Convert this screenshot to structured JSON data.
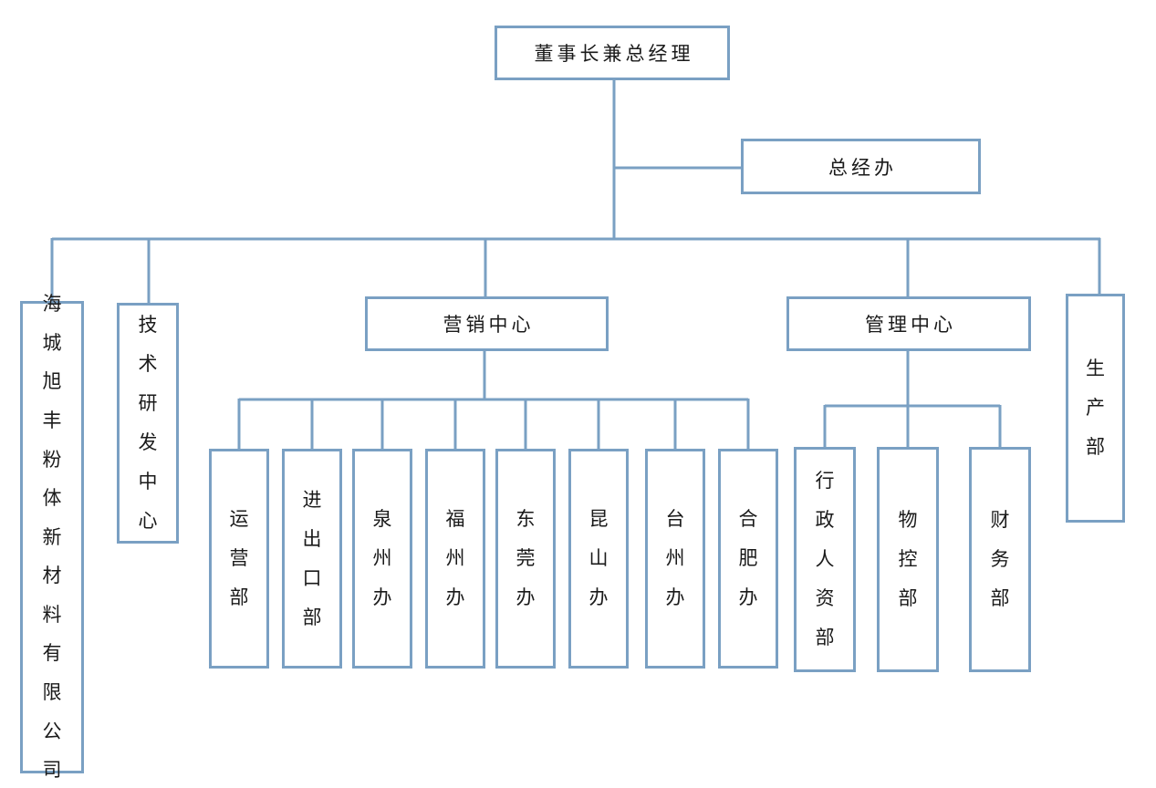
{
  "colors": {
    "line": "#7AA0C3",
    "text": "#1A1A1A",
    "background": "#FFFFFF"
  },
  "org": {
    "root": {
      "label": "董事长兼总经理"
    },
    "staff_office": {
      "label": "总经办"
    },
    "branches": {
      "company": {
        "label": "海城旭丰粉体新材料有限公司"
      },
      "tech_center": {
        "label": "技术研发中心"
      },
      "marketing_center": {
        "label": "营销中心",
        "children": [
          "运营部",
          "进出口部",
          "泉州办",
          "福州办",
          "东莞办",
          "昆山办",
          "台州办",
          "合肥办"
        ]
      },
      "management_center": {
        "label": "管理中心",
        "children": [
          "行政人资部",
          "物控部",
          "财务部"
        ]
      },
      "production_dept": {
        "label": "生产部"
      }
    }
  }
}
